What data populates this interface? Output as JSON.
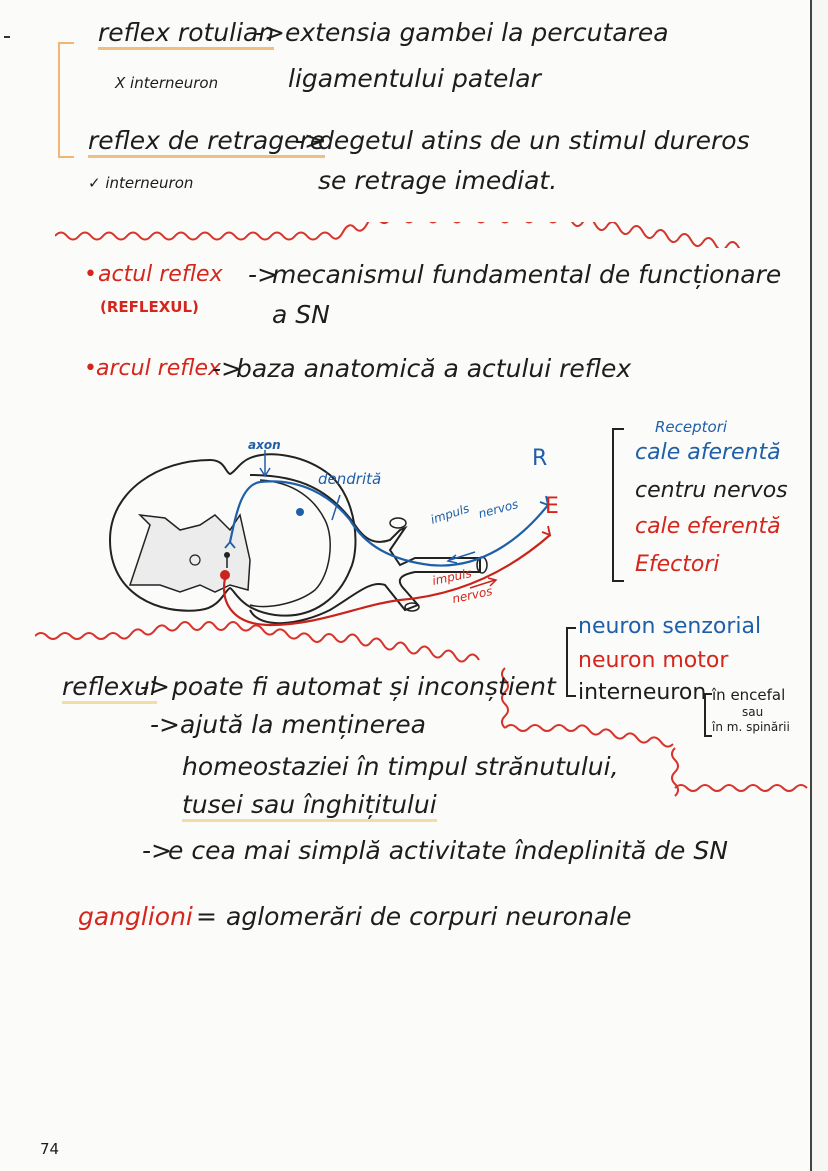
{
  "page": {
    "number": "74",
    "margin_mark": "-"
  },
  "section1": {
    "items": [
      {
        "term": "reflex rotulian",
        "arrow": "->",
        "definition_line1": "extensia gambei la percutarea",
        "definition_line2": "ligamentului patelar",
        "note": "X interneuron"
      },
      {
        "term": "reflex de retragere",
        "arrow": "->",
        "definition_line1": "degetul atins de un stimul dureros",
        "definition_line2": "se retrage imediat.",
        "note": "✓ interneuron"
      }
    ]
  },
  "section2": {
    "actul_reflex": {
      "bullet": "•",
      "term": "actul reflex",
      "alias": "(REFLEXUL)",
      "arrow": "->",
      "definition_line1": "mecanismul fundamental de funcționare",
      "definition_line2": "a SN"
    },
    "arcul_reflex": {
      "bullet": "•",
      "term": "arcul reflex",
      "arrow": "->",
      "definition": "baza anatomică a actului reflex"
    }
  },
  "diagram": {
    "labels": {
      "axon": "axon",
      "dendrite": "dendrită",
      "receptor_letter": "R",
      "effector_letter": "E",
      "afferent_impulse_1": "impuls",
      "afferent_impulse_2": "nervos",
      "efferent_impulse_1": "impuls",
      "efferent_impulse_2": "nervos"
    },
    "colors": {
      "afferent": "#1f5fa8",
      "efferent": "#c8241c",
      "outline": "#222222"
    }
  },
  "arc_components": [
    {
      "label": "Receptori",
      "color": "blue"
    },
    {
      "label": "cale aferentă",
      "color": "blue"
    },
    {
      "label": "centru nervos",
      "color": "black"
    },
    {
      "label": "cale eferentă",
      "color": "red"
    },
    {
      "label": "Efectori",
      "color": "red"
    }
  ],
  "neuron_types": [
    {
      "label": "neuron senzorial",
      "color": "blue"
    },
    {
      "label": "neuron motor",
      "color": "red"
    },
    {
      "label": "interneuron",
      "color": "black"
    }
  ],
  "interneuron_location": {
    "line1": "în encefal",
    "line2": "sau",
    "line3": "în m. spinării"
  },
  "section3": {
    "term": "reflexul",
    "points": [
      {
        "arrow": "->",
        "text": "poate fi automat și inconștient"
      },
      {
        "arrow": "->",
        "text_line1": "ajută la menținerea",
        "text_line2": "homeostaziei în timpul strănutului,",
        "text_line3": "tusei sau înghițitului"
      },
      {
        "arrow": "->",
        "text": "e cea mai simplă activitate îndeplinită de SN"
      }
    ]
  },
  "section4": {
    "term": "ganglioni",
    "equals": "=",
    "definition": "aglomerări de corpuri neuronale"
  }
}
